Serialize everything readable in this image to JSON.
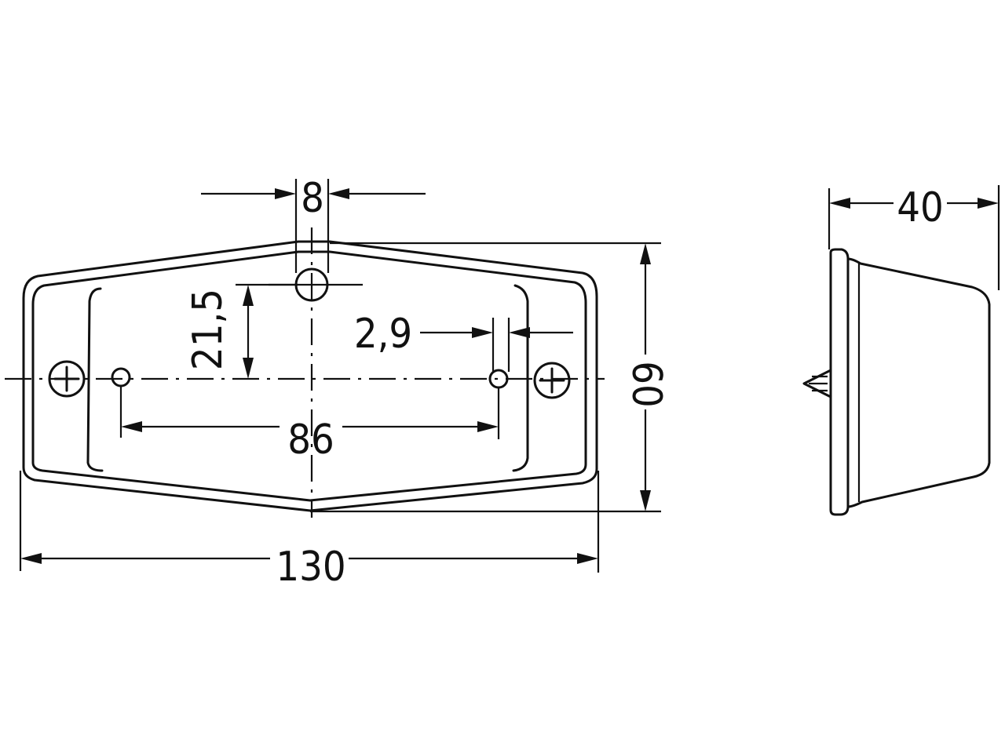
{
  "drawing": {
    "front_view": {
      "dimensions": {
        "hole_width": "8",
        "hole_offset": "21,5",
        "slot_width": "2,9",
        "hole_spacing": "86",
        "total_width": "130",
        "total_height": "60"
      }
    },
    "side_view": {
      "dimensions": {
        "depth": "40"
      }
    }
  }
}
